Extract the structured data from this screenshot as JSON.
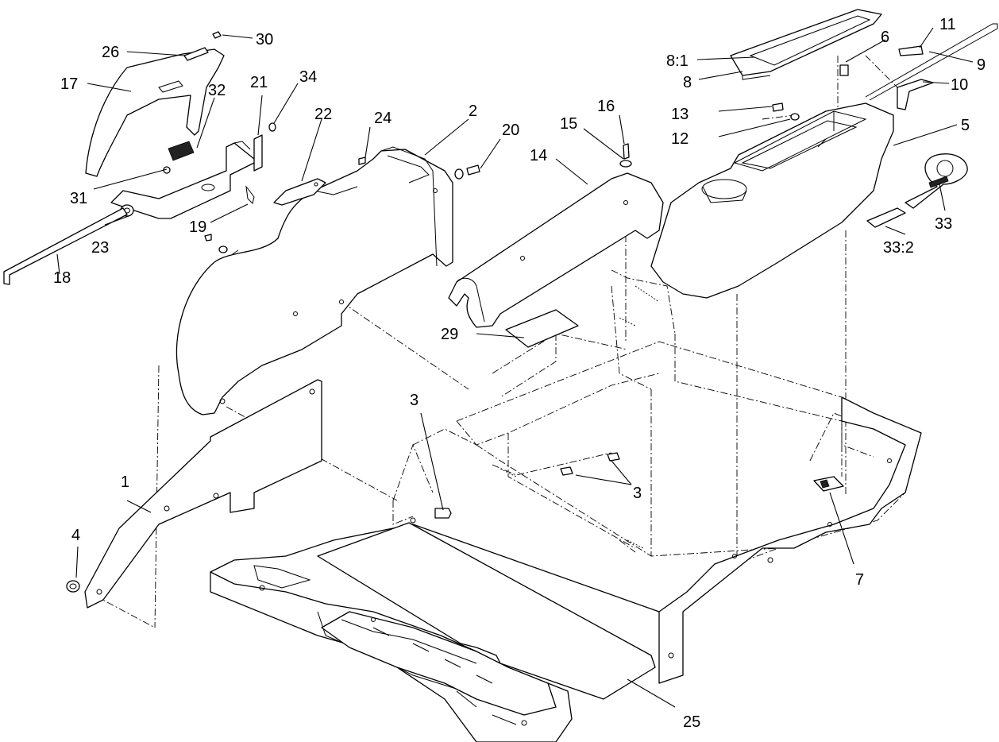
{
  "callouts": {
    "c1": "1",
    "c2": "2",
    "c3a": "3",
    "c3b": "3",
    "c4": "4",
    "c5": "5",
    "c6": "6",
    "c7": "7",
    "c8_1": "8:1",
    "c8": "8",
    "c9": "9",
    "c10": "10",
    "c11": "11",
    "c12": "12",
    "c13": "13",
    "c14": "14",
    "c15": "15",
    "c16": "16",
    "c17": "17",
    "c18": "18",
    "c19": "19",
    "c20": "20",
    "c21": "21",
    "c22": "22",
    "c23": "23",
    "c24": "24",
    "c25": "25",
    "c26": "26",
    "c29": "29",
    "c30": "30",
    "c31": "31",
    "c32": "32",
    "c33": "33",
    "c33_2": "33:2",
    "c34": "34"
  }
}
